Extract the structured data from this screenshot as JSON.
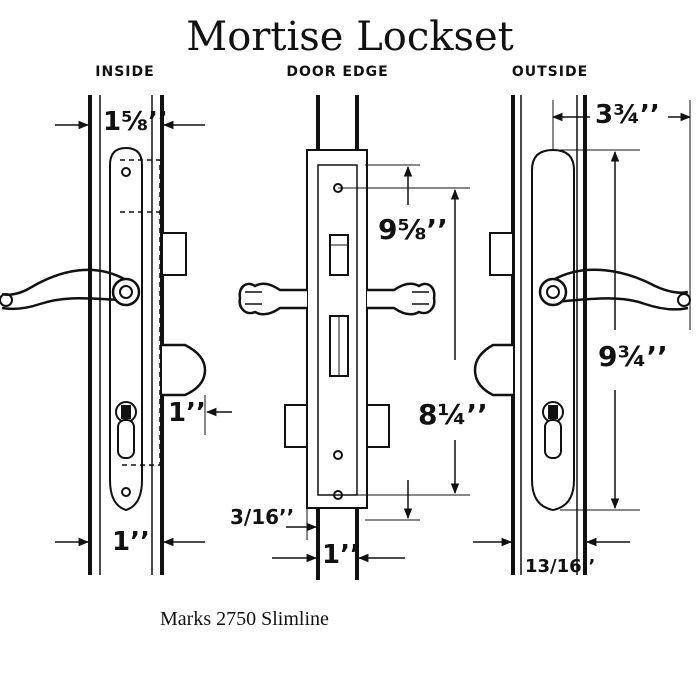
{
  "title": "Mortise Lockset",
  "views": {
    "inside": "INSIDE",
    "door_edge": "DOOR EDGE",
    "outside": "OUTSIDE"
  },
  "dimensions": {
    "inside_top_width": "1⅝’’",
    "inside_bolt_projection": "1’’",
    "inside_bottom_width": "1’’",
    "edge_upper_hole_spacing": "9⅝’’",
    "edge_lower_hole_spacing": "8¼’’",
    "edge_offset": "3/16’’",
    "edge_bottom_width": "1’’",
    "outside_top_width": "3¾’’",
    "outside_plate_height": "9¾’’",
    "outside_bottom_width": "13/16’’"
  },
  "caption": "Marks 2750 Slimline"
}
